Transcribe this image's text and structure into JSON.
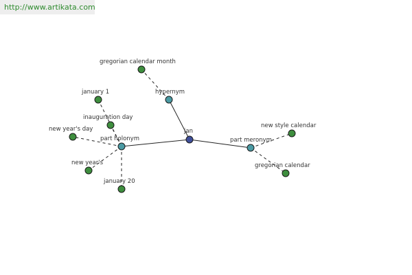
{
  "watermark": "http://www.artikata.com",
  "colors": {
    "root": "#3f4f9a",
    "relation": "#4a9aa3",
    "leaf": "#3e8e3e",
    "watermark_text": "#2e8b2e"
  },
  "graph": {
    "nodes": [
      {
        "id": "jan",
        "label": "jan",
        "kind": "root"
      },
      {
        "id": "hypernym",
        "label": "hypernym",
        "kind": "relation"
      },
      {
        "id": "part-holonym",
        "label": "part holonym",
        "kind": "relation"
      },
      {
        "id": "part-meronym",
        "label": "part meronym",
        "kind": "relation"
      },
      {
        "id": "gregorian-calendar-month",
        "label": "gregorian calendar month",
        "kind": "leaf"
      },
      {
        "id": "january-1",
        "label": "january 1",
        "kind": "leaf"
      },
      {
        "id": "inauguration-day",
        "label": "inauguration day",
        "kind": "leaf"
      },
      {
        "id": "new-years-day",
        "label": "new year's day",
        "kind": "leaf"
      },
      {
        "id": "new-years",
        "label": "new year's",
        "kind": "leaf"
      },
      {
        "id": "january-20",
        "label": "january 20",
        "kind": "leaf"
      },
      {
        "id": "new-style-calendar",
        "label": "new style calendar",
        "kind": "leaf"
      },
      {
        "id": "gregorian-calendar",
        "label": "gregorian calendar",
        "kind": "leaf"
      }
    ],
    "edges": [
      {
        "from": "jan",
        "to": "hypernym",
        "style": "solid"
      },
      {
        "from": "jan",
        "to": "part-holonym",
        "style": "solid"
      },
      {
        "from": "jan",
        "to": "part-meronym",
        "style": "solid"
      },
      {
        "from": "hypernym",
        "to": "gregorian-calendar-month",
        "style": "dashed"
      },
      {
        "from": "part-holonym",
        "to": "january-1",
        "style": "dashed"
      },
      {
        "from": "part-holonym",
        "to": "inauguration-day",
        "style": "dashed"
      },
      {
        "from": "part-holonym",
        "to": "new-years-day",
        "style": "dashed"
      },
      {
        "from": "part-holonym",
        "to": "new-years",
        "style": "dashed"
      },
      {
        "from": "part-holonym",
        "to": "january-20",
        "style": "dashed"
      },
      {
        "from": "part-meronym",
        "to": "new-style-calendar",
        "style": "dashed"
      },
      {
        "from": "part-meronym",
        "to": "gregorian-calendar",
        "style": "dashed"
      }
    ]
  }
}
